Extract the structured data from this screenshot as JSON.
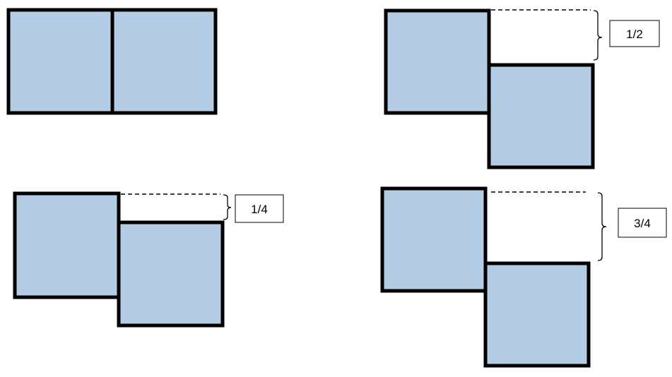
{
  "colors": {
    "square_fill": "#b4cde4",
    "square_stroke": "#000000",
    "background": "#ffffff"
  },
  "panels": [
    {
      "offset_label": ""
    },
    {
      "offset_label": "1/2"
    },
    {
      "offset_label": "1/4"
    },
    {
      "offset_label": "3/4"
    }
  ]
}
